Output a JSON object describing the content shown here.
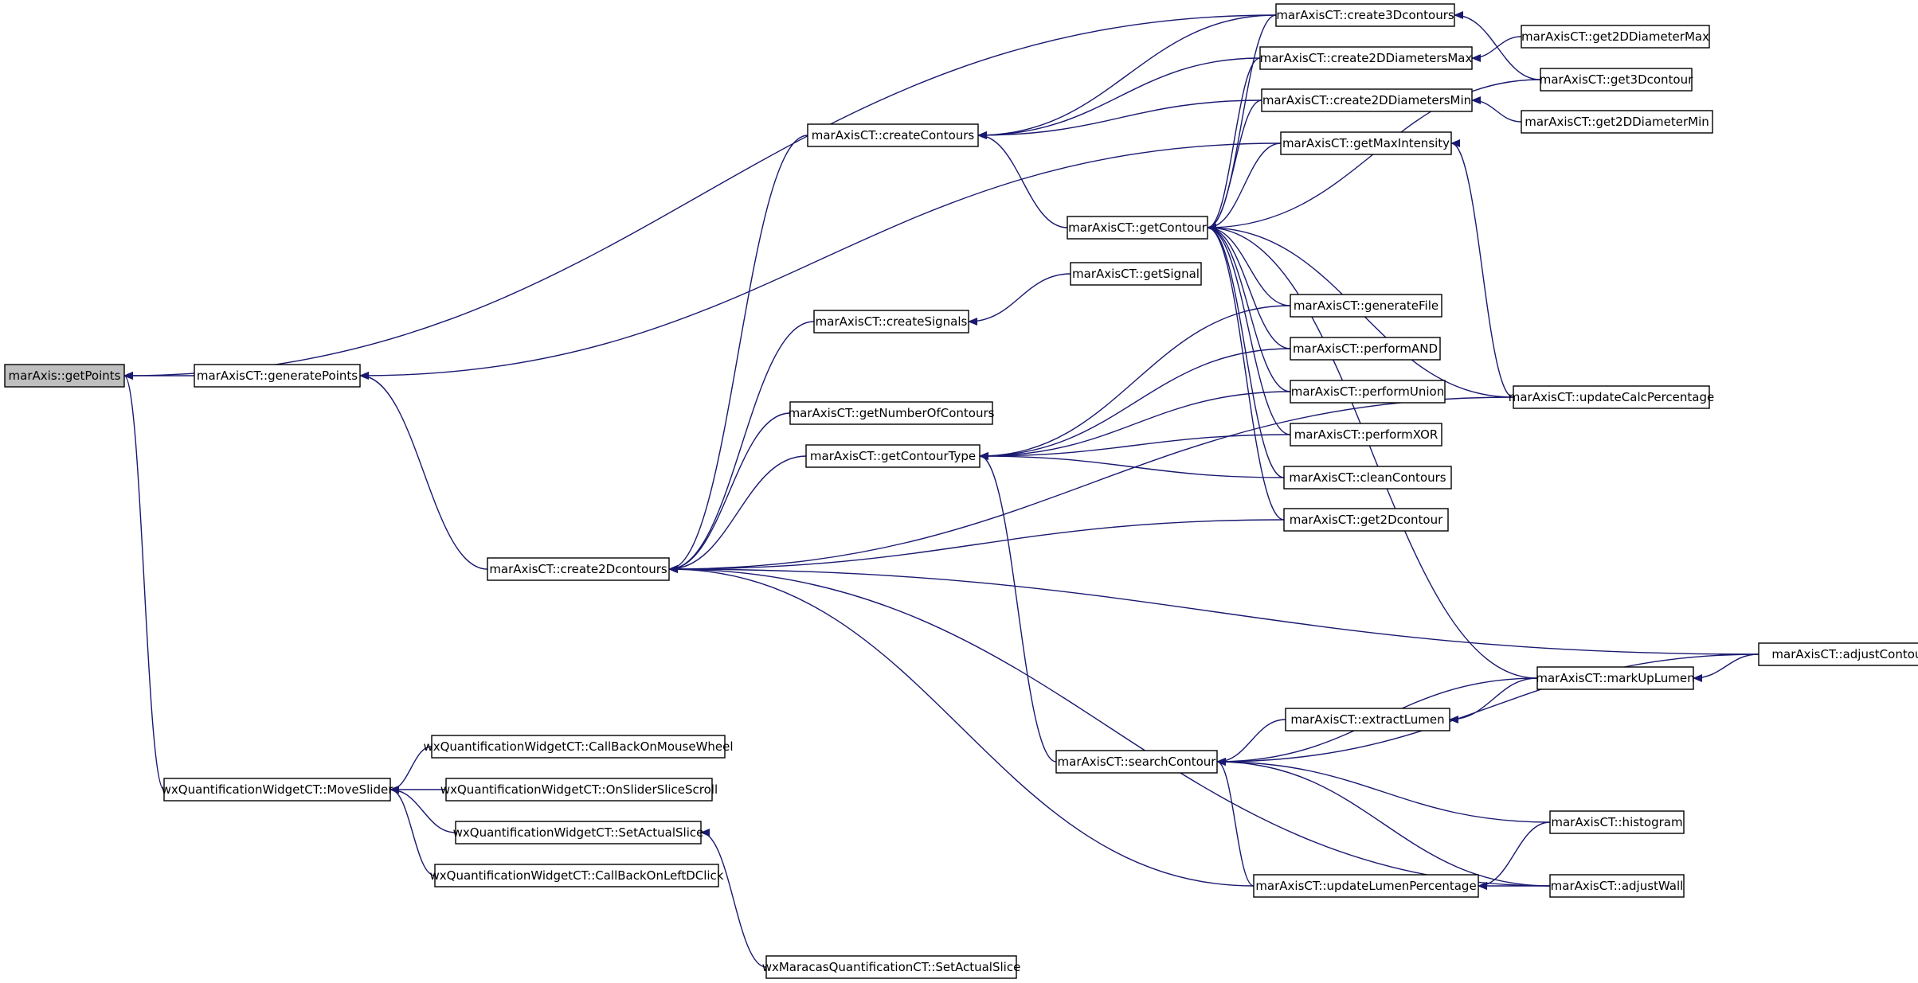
{
  "diagram": {
    "type": "caller-graph",
    "colors": {
      "edge": "#191970",
      "node_border": "#000000",
      "root_fill": "#bfbfbf",
      "node_fill": "#ffffff"
    },
    "nodes": [
      {
        "id": "n0",
        "label": "marAxis::getPoints",
        "root": true
      },
      {
        "id": "n1",
        "label": "marAxisCT::generatePoints"
      },
      {
        "id": "n2",
        "label": "marAxisCT::create2Dcontours"
      },
      {
        "id": "n3",
        "label": "wxQuantificationWidgetCT::MoveSlider"
      },
      {
        "id": "n4",
        "label": "marAxisCT::createContours"
      },
      {
        "id": "n5",
        "label": "marAxisCT::createSignals"
      },
      {
        "id": "n6",
        "label": "marAxisCT::getNumberOfContours"
      },
      {
        "id": "n7",
        "label": "marAxisCT::getContourType"
      },
      {
        "id": "n8",
        "label": "marAxisCT::getContour"
      },
      {
        "id": "n9",
        "label": "marAxisCT::getSignal"
      },
      {
        "id": "n10",
        "label": "marAxisCT::searchContour"
      },
      {
        "id": "n11",
        "label": "wxQuantificationWidgetCT::CallBackOnMouseWheel"
      },
      {
        "id": "n12",
        "label": "wxQuantificationWidgetCT::OnSliderSliceScroll"
      },
      {
        "id": "n13",
        "label": "wxQuantificationWidgetCT::SetActualSlice"
      },
      {
        "id": "n14",
        "label": "wxQuantificationWidgetCT::CallBackOnLeftDClick"
      },
      {
        "id": "n15",
        "label": "wxMaracasQuantificationCT::SetActualSlice"
      },
      {
        "id": "n16",
        "label": "marAxisCT::create3Dcontours"
      },
      {
        "id": "n17",
        "label": "marAxisCT::create2DDiametersMax"
      },
      {
        "id": "n18",
        "label": "marAxisCT::create2DDiametersMin"
      },
      {
        "id": "n19",
        "label": "marAxisCT::getMaxIntensity"
      },
      {
        "id": "n20",
        "label": "marAxisCT::generateFile"
      },
      {
        "id": "n21",
        "label": "marAxisCT::performAND"
      },
      {
        "id": "n22",
        "label": "marAxisCT::performUnion"
      },
      {
        "id": "n23",
        "label": "marAxisCT::performXOR"
      },
      {
        "id": "n24",
        "label": "marAxisCT::cleanContours"
      },
      {
        "id": "n25",
        "label": "marAxisCT::get2Dcontour"
      },
      {
        "id": "n26",
        "label": "marAxisCT::extractLumen"
      },
      {
        "id": "n27",
        "label": "marAxisCT::updateLumenPercentage"
      },
      {
        "id": "n28",
        "label": "marAxisCT::get2DDiameterMax"
      },
      {
        "id": "n29",
        "label": "marAxisCT::get3Dcontour"
      },
      {
        "id": "n30",
        "label": "marAxisCT::get2DDiameterMin"
      },
      {
        "id": "n31",
        "label": "marAxisCT::updateCalcPercentage"
      },
      {
        "id": "n32",
        "label": "marAxisCT::markUpLumen"
      },
      {
        "id": "n33",
        "label": "marAxisCT::histogram"
      },
      {
        "id": "n34",
        "label": "marAxisCT::adjustWall"
      },
      {
        "id": "n35",
        "label": "marAxisCT::adjustContour"
      }
    ],
    "edges": [
      [
        "n0",
        "n1"
      ],
      [
        "n0",
        "n16"
      ],
      [
        "n0",
        "n3"
      ],
      [
        "n1",
        "n2"
      ],
      [
        "n1",
        "n19"
      ],
      [
        "n2",
        "n4"
      ],
      [
        "n2",
        "n5"
      ],
      [
        "n2",
        "n6"
      ],
      [
        "n2",
        "n7"
      ],
      [
        "n2",
        "n25"
      ],
      [
        "n2",
        "n31"
      ],
      [
        "n2",
        "n35"
      ],
      [
        "n2",
        "n27"
      ],
      [
        "n2",
        "n34"
      ],
      [
        "n3",
        "n11"
      ],
      [
        "n3",
        "n12"
      ],
      [
        "n3",
        "n13"
      ],
      [
        "n3",
        "n14"
      ],
      [
        "n4",
        "n16"
      ],
      [
        "n4",
        "n17"
      ],
      [
        "n4",
        "n18"
      ],
      [
        "n4",
        "n8"
      ],
      [
        "n5",
        "n9"
      ],
      [
        "n7",
        "n20"
      ],
      [
        "n7",
        "n21"
      ],
      [
        "n7",
        "n22"
      ],
      [
        "n7",
        "n23"
      ],
      [
        "n7",
        "n24"
      ],
      [
        "n7",
        "n10"
      ],
      [
        "n8",
        "n16"
      ],
      [
        "n8",
        "n17"
      ],
      [
        "n8",
        "n18"
      ],
      [
        "n8",
        "n19"
      ],
      [
        "n8",
        "n29"
      ],
      [
        "n8",
        "n20"
      ],
      [
        "n8",
        "n21"
      ],
      [
        "n8",
        "n22"
      ],
      [
        "n8",
        "n23"
      ],
      [
        "n8",
        "n24"
      ],
      [
        "n8",
        "n25"
      ],
      [
        "n8",
        "n31"
      ],
      [
        "n8",
        "n32"
      ],
      [
        "n10",
        "n26"
      ],
      [
        "n10",
        "n32"
      ],
      [
        "n10",
        "n35"
      ],
      [
        "n10",
        "n33"
      ],
      [
        "n10",
        "n27"
      ],
      [
        "n10",
        "n34"
      ],
      [
        "n13",
        "n15"
      ],
      [
        "n16",
        "n29"
      ],
      [
        "n17",
        "n28"
      ],
      [
        "n18",
        "n30"
      ],
      [
        "n19",
        "n31"
      ],
      [
        "n26",
        "n32"
      ],
      [
        "n27",
        "n33"
      ],
      [
        "n27",
        "n34"
      ],
      [
        "n32",
        "n35"
      ]
    ]
  }
}
